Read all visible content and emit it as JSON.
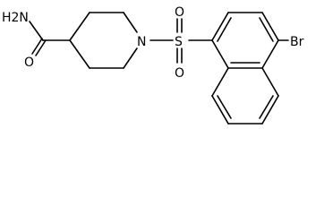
{
  "structure": {
    "labels": {
      "amide_nitrogen": "H2N",
      "carbonyl_oxygen": "O",
      "piperidine_nitrogen": "N",
      "sulfur": "S",
      "sulfonyl_oxygen_top": "O",
      "sulfonyl_oxygen_bottom": "O",
      "bromine": "Br"
    }
  }
}
